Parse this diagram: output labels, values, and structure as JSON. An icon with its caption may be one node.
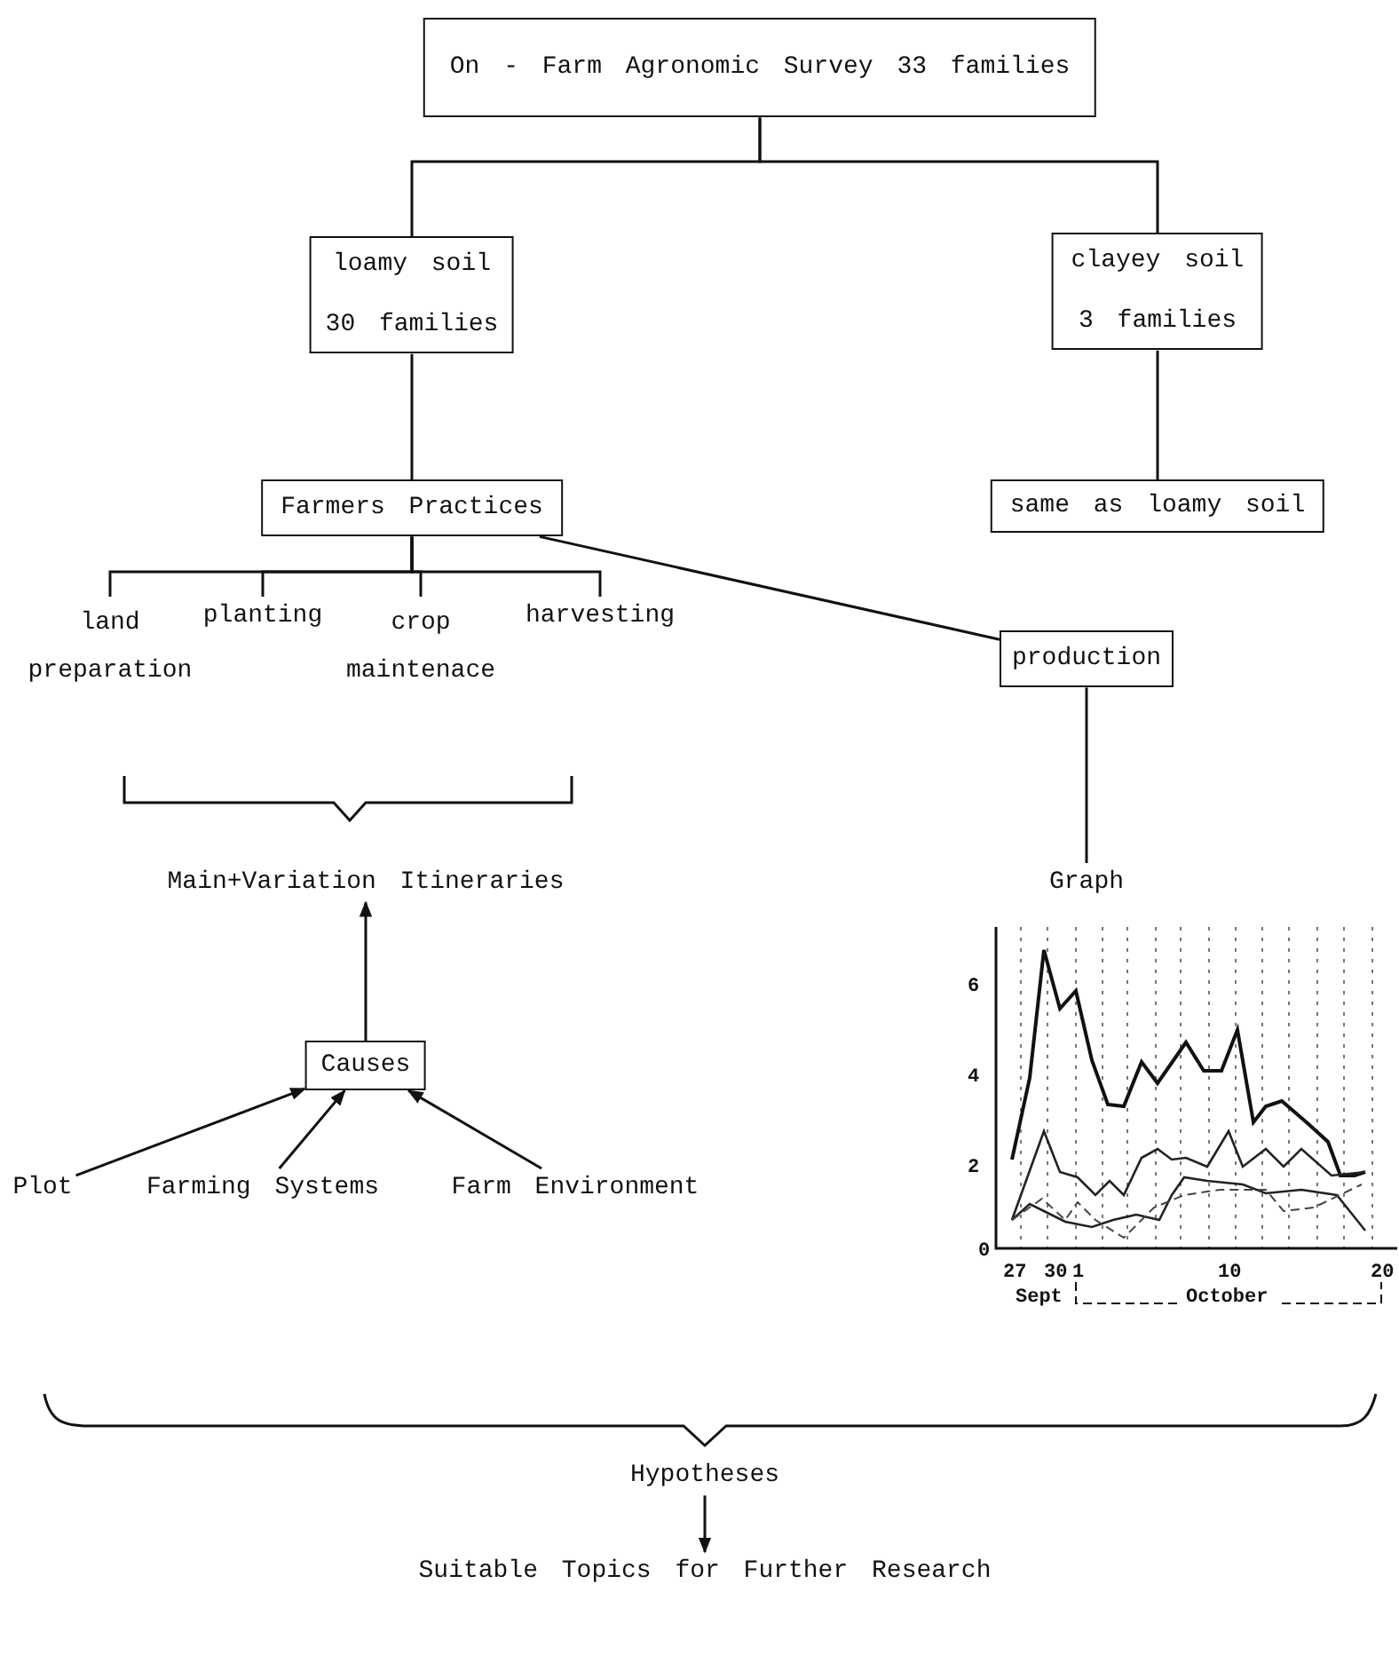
{
  "diagram": {
    "nodes": [
      {
        "text": [
          "On - Farm Agronomic Survey 33 families"
        ]
      },
      {
        "text": [
          "loamy soil",
          "30 families"
        ]
      },
      {
        "text": [
          "clayey soil",
          "3 families"
        ]
      },
      {
        "text": [
          "Farmers Practices"
        ]
      },
      {
        "text": [
          "same as loamy soil"
        ]
      },
      {
        "text": [
          "land preparation"
        ]
      },
      {
        "text": [
          "planting"
        ]
      },
      {
        "text": [
          "crop maintenace"
        ]
      },
      {
        "text": [
          "harvesting"
        ]
      },
      {
        "text": [
          "production"
        ]
      },
      {
        "text": [
          "Main+Variation Itineraries"
        ]
      },
      {
        "text": [
          "Causes"
        ]
      },
      {
        "text": [
          "Plot"
        ]
      },
      {
        "text": [
          "Farming Systems"
        ]
      },
      {
        "text": [
          "Farm Environment"
        ]
      },
      {
        "text": [
          "Graph"
        ]
      },
      {
        "text": [
          "Hypotheses"
        ]
      },
      {
        "text": [
          "Suitable Topics for Further Research"
        ]
      }
    ],
    "edges": [
      {
        "from": 0,
        "to": 1,
        "arrow": "none"
      },
      {
        "from": 0,
        "to": 2,
        "arrow": "none"
      },
      {
        "from": 1,
        "to": 3,
        "arrow": "none"
      },
      {
        "from": 2,
        "to": 4,
        "arrow": "none"
      },
      {
        "from": 3,
        "to": 5,
        "arrow": "none"
      },
      {
        "from": 3,
        "to": 6,
        "arrow": "none"
      },
      {
        "from": 3,
        "to": 7,
        "arrow": "none"
      },
      {
        "from": 3,
        "to": 8,
        "arrow": "none"
      },
      {
        "from": 3,
        "to": 9,
        "arrow": "none"
      },
      {
        "from": 9,
        "to": 15,
        "arrow": "none"
      },
      {
        "from": 11,
        "to": 10,
        "arrow": "to"
      },
      {
        "from": 12,
        "to": 11,
        "arrow": "to"
      },
      {
        "from": 13,
        "to": 11,
        "arrow": "to"
      },
      {
        "from": 14,
        "to": 11,
        "arrow": "to"
      },
      {
        "from": 16,
        "to": 17,
        "arrow": "to"
      }
    ],
    "labels": [
      "6",
      "4",
      "2",
      "0",
      "27",
      "30",
      "1",
      "10",
      "20",
      "Sept",
      "October"
    ]
  }
}
